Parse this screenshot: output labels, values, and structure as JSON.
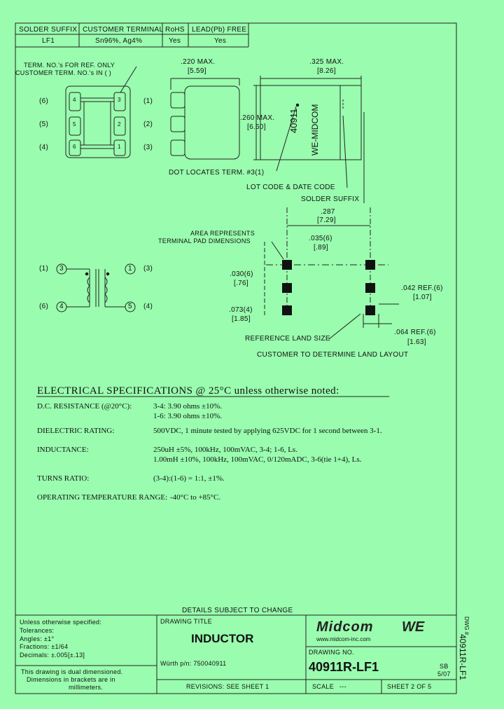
{
  "header_table": {
    "col1_label": "SOLDER SUFFIX",
    "col1_value": "LF1",
    "col2_label": "CUSTOMER TERMINAL",
    "col2_value": "Sn96%, Ag4%",
    "col3_label": "RoHS",
    "col3_value": "Yes",
    "col4_label": "LEAD(Pb) FREE",
    "col4_value": "Yes"
  },
  "drawing": {
    "term_note_1": "TERM. NO.'s FOR REF. ONLY",
    "term_note_2": "CUSTOMER TERM. NO.'s IN ( )",
    "pins_left": [
      "(6)",
      "(5)",
      "(4)"
    ],
    "pins_right": [
      "(1)",
      "(2)",
      "(3)"
    ],
    "pad_labels": [
      "4",
      "5",
      "6"
    ],
    "pad_labels_right": [
      "3",
      "2",
      "1"
    ],
    "dim_width": ".220 MAX.",
    "dim_width_mm": "[5.59]",
    "dim_length": ".325 MAX.",
    "dim_length_mm": "[8.26]",
    "dim_height": ".260 MAX.",
    "dim_height_mm": "[6.60]",
    "part_marking": "40911",
    "brand_marking": "WE-MIDCOM",
    "dot_note": "DOT LOCATES TERM. #3(1)",
    "lot_note": "LOT CODE & DATE CODE",
    "solder_suffix_note": "SOLDER SUFFIX",
    "land_287": ".287",
    "land_287_mm": "[7.29]",
    "area_note_1": "AREA REPRESENTS",
    "area_note_2": "TERMINAL PAD DIMENSIONS",
    "land_035": ".035(6)",
    "land_035_mm": "[.89]",
    "land_030": ".030(6)",
    "land_030_mm": "[.76]",
    "land_073": ".073(4)",
    "land_073_mm": "[1.85]",
    "land_042": ".042 REF.(6)",
    "land_042_mm": "[1.07]",
    "land_064": ".064 REF.(6)",
    "land_064_mm": "[1.63]",
    "ref_land": "REFERENCE LAND SIZE",
    "customer_layout": "CUSTOMER TO DETERMINE LAND LAYOUT",
    "schem_top_left": "(1)",
    "schem_top_left_n": "3",
    "schem_top_right": "(3)",
    "schem_top_right_n": "1",
    "schem_bot_left": "(6)",
    "schem_bot_left_n": "4",
    "schem_bot_right": "(4)",
    "schem_bot_right_n": "5"
  },
  "specs": {
    "title": "ELECTRICAL SPECIFICATIONS @ 25°C unless otherwise noted:",
    "rows": [
      {
        "label": "D.C. RESISTANCE (@20°C):",
        "lines": [
          "3-4: 3.90 ohms ±10%.",
          "1-6: 3.90 ohms ±10%."
        ]
      },
      {
        "label": "DIELECTRIC RATING:",
        "lines": [
          "500VDC, 1 minute tested by applying 625VDC for 1 second between 3-1."
        ]
      },
      {
        "label": "INDUCTANCE:",
        "lines": [
          "250uH ±5%, 100kHz, 100mVAC, 3-4; 1-6, Ls.",
          "1.00mH ±10%, 100kHz, 100mVAC, 0/120mADC, 3-6(tie 1+4), Ls."
        ]
      },
      {
        "label": "TURNS RATIO:",
        "lines": [
          "(3-4):(1-6) = 1:1, ±1%."
        ]
      },
      {
        "label": "OPERATING TEMPERATURE RANGE:",
        "lines": [
          "-40°C to +85°C."
        ]
      }
    ]
  },
  "footer": {
    "details_note": "DETAILS SUBJECT TO CHANGE",
    "tolerance_lines": [
      "Unless otherwise specified:",
      "Tolerances:",
      "Angles: ±1°",
      "Fractions: ±1/64",
      "Decimals: ±.005[±.13]"
    ],
    "dual_dim_lines": [
      "This drawing is dual dimensioned.",
      "Dimensions in brackets are in",
      "millimeters."
    ],
    "drawing_title_label": "DRAWING TITLE",
    "drawing_title": "INDUCTOR",
    "we_pn": "Würth p/n: 750040911",
    "revisions": "REVISIONS: SEE SHEET 1",
    "logo_text": "Midcom",
    "logo_we": "WE",
    "website": "www.midcom-inc.com",
    "drawing_no_label": "DRAWING NO.",
    "drawing_no": "40911R-LF1",
    "drawer": "SB",
    "date": "5/07",
    "scale_label": "SCALE",
    "scale_value": "---",
    "sheet": "SHEET 2 OF 5",
    "side_label": "40911R-LF1",
    "side_sheet": "DWG #"
  }
}
